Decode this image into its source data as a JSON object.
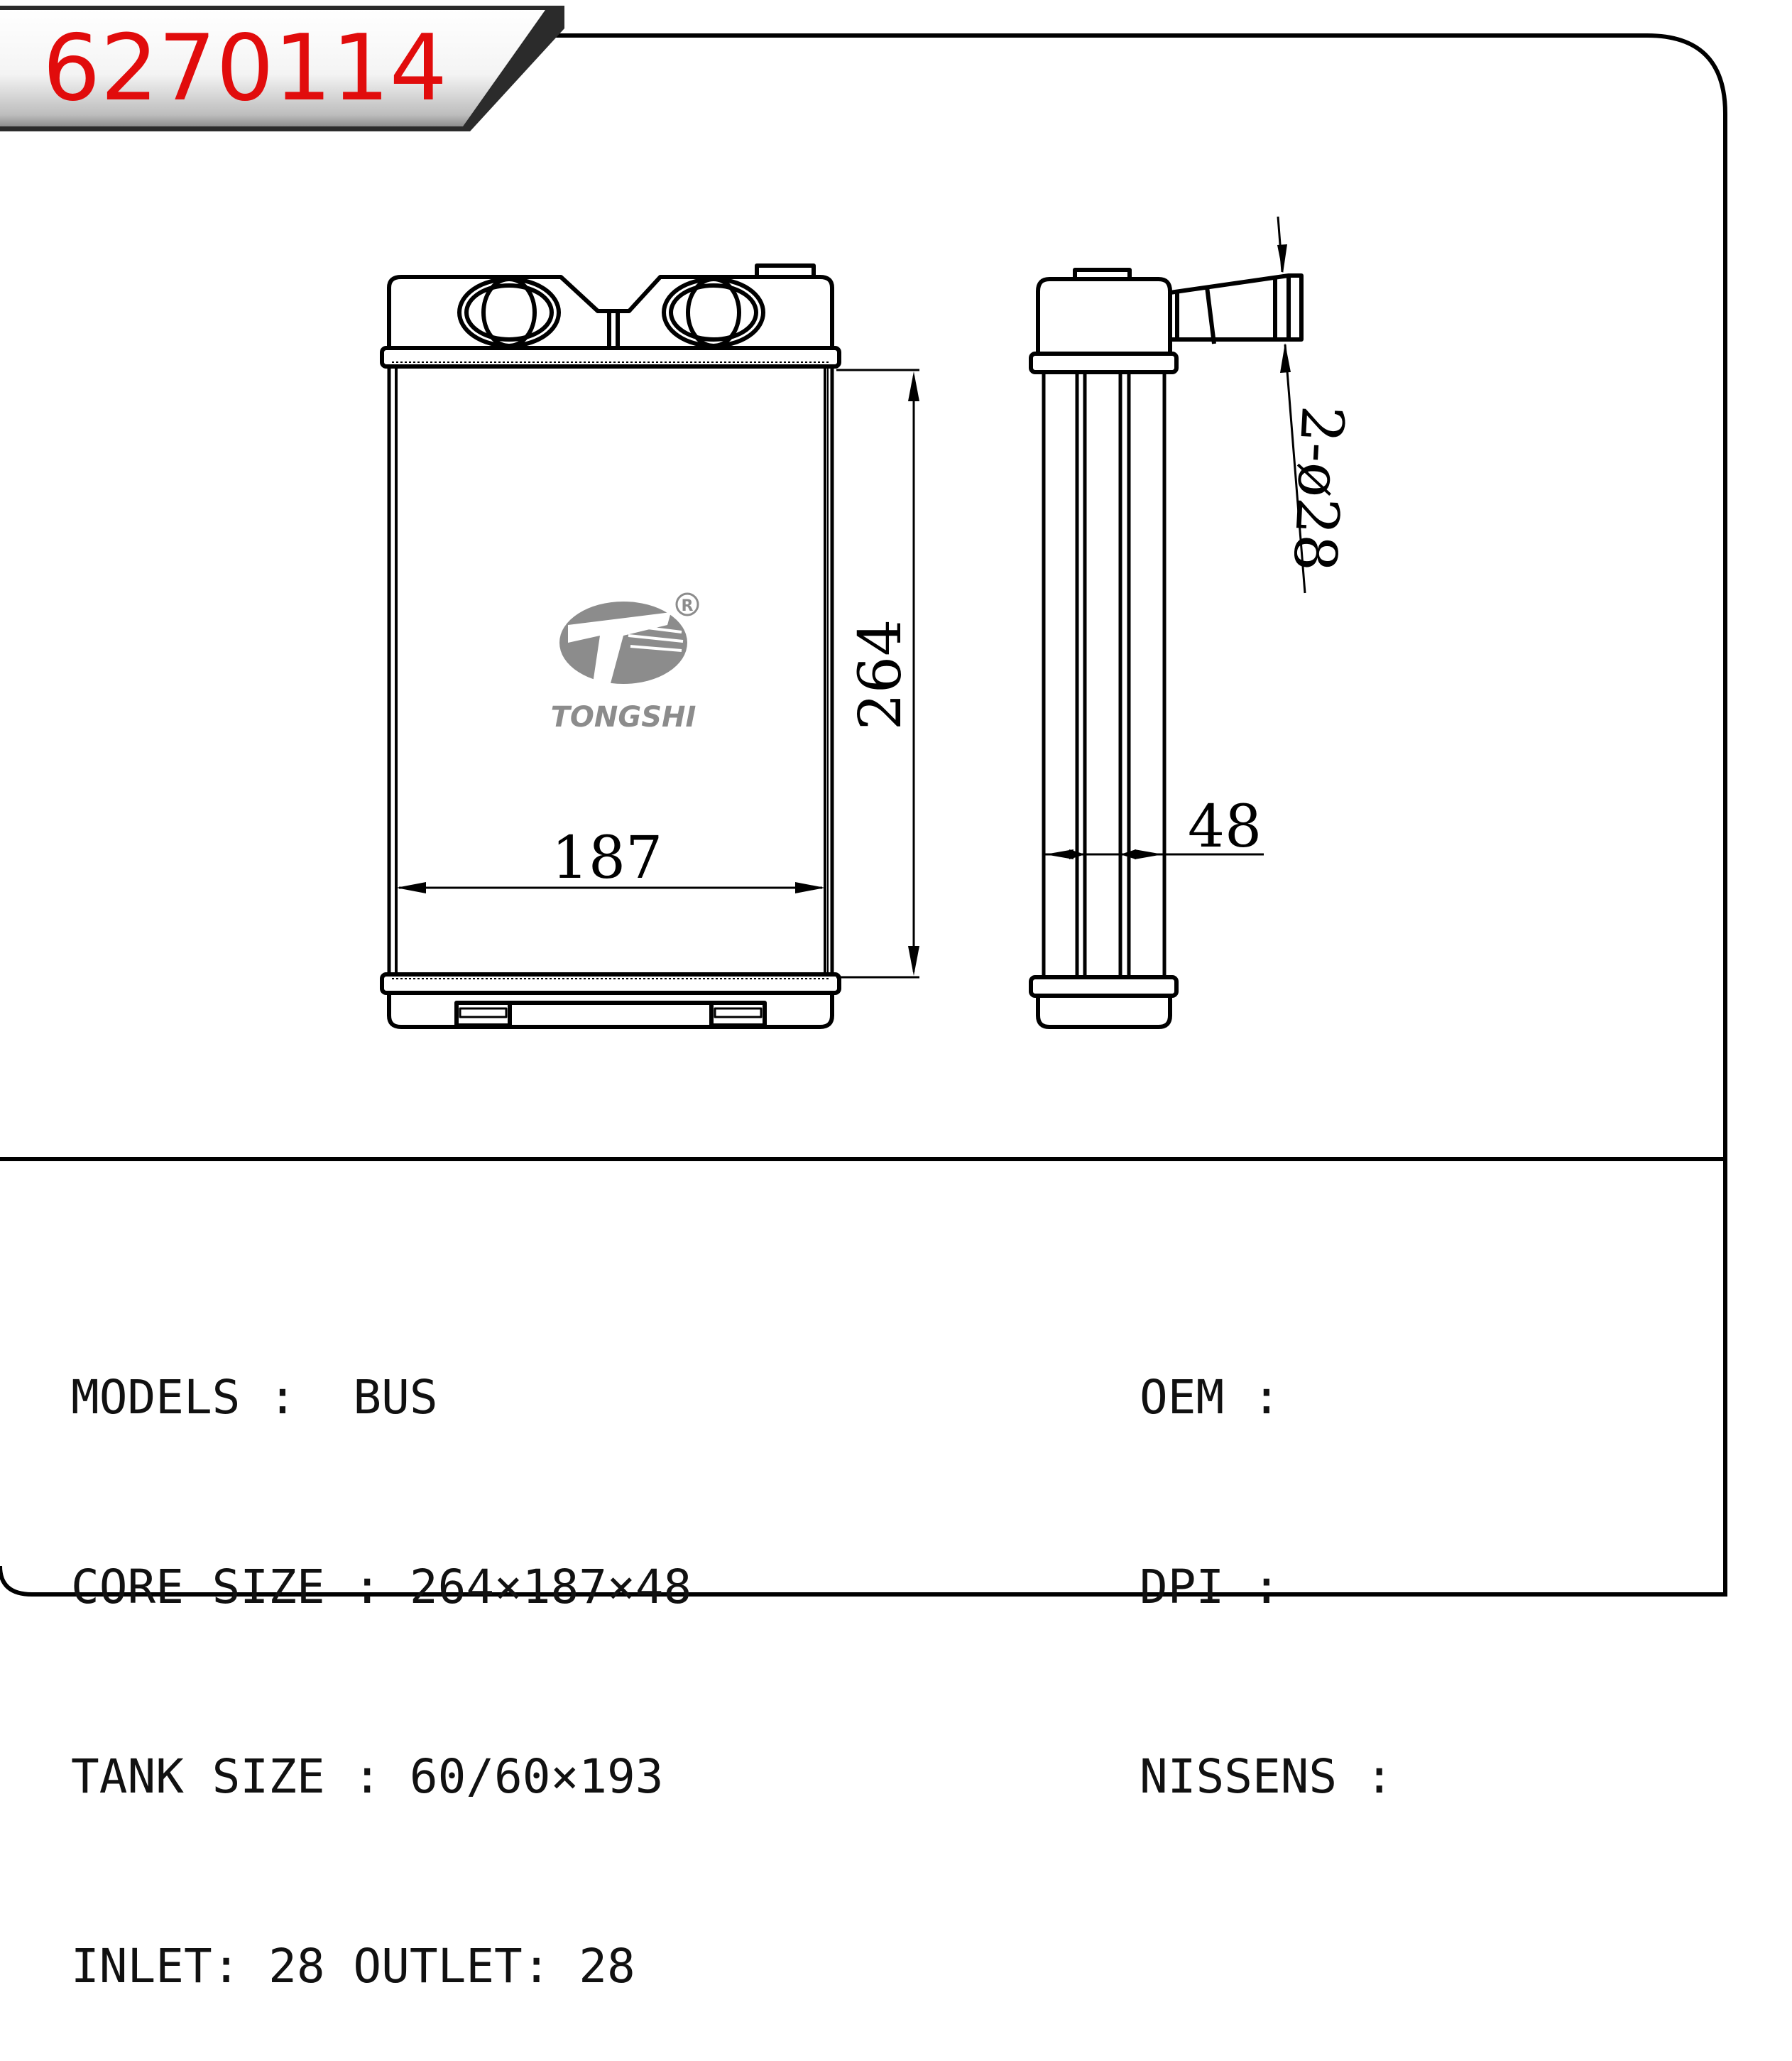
{
  "part_number": "6270114",
  "logo": {
    "brand": "TONGSHI",
    "registered_mark": "R"
  },
  "dimensions": {
    "height": "264",
    "width": "187",
    "depth": "48",
    "pipe": "2-ø28"
  },
  "specs_left": [
    {
      "label": "MODELS",
      "sep": " :  ",
      "value": "BUS"
    },
    {
      "label": "CORE SIZE",
      "sep": " : ",
      "value": "264×187×48"
    },
    {
      "label": "TANK SIZE",
      "sep": " : ",
      "value": "60/60×193"
    },
    {
      "label": "INLET",
      "sep": ": ",
      "value": "28 OUTLET: 28"
    }
  ],
  "specs_right": [
    {
      "label": "OEM",
      "sep": " :",
      "value": ""
    },
    {
      "label": "DPI",
      "sep": " :",
      "value": ""
    },
    {
      "label": "NISSENS",
      "sep": " :",
      "value": ""
    }
  ],
  "colors": {
    "part_number": "#e10c0c",
    "tab_dark": "#2b2b2b",
    "logo": "#8c8c8c"
  }
}
